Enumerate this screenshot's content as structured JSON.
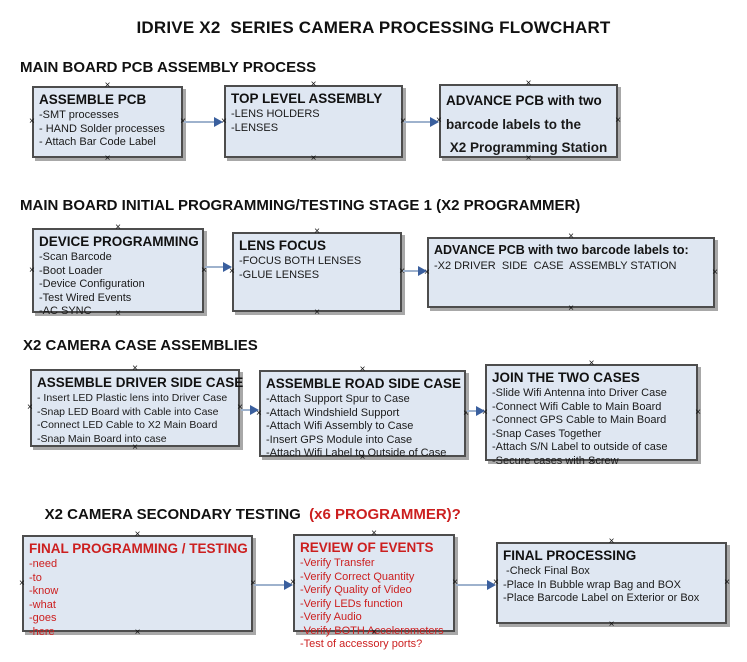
{
  "title": "IDRIVE X2  SERIES CAMERA PROCESSING FLOWCHART",
  "anchor_glyph": "×",
  "colors": {
    "box_fill": "#dfe7f2",
    "box_border": "#4d4d4d",
    "red_text": "#cc1f1f",
    "arrow_line": "#9eb2cd",
    "arrow_head": "#3a5f9e"
  },
  "sections": [
    {
      "heading": "MAIN BOARD PCB ASSEMBLY PROCESS",
      "boxes": [
        {
          "title": "ASSEMBLE PCB",
          "items": [
            "-SMT processes",
            "- HAND Solder processes",
            "- Attach Bar Code Label"
          ]
        },
        {
          "title": "TOP LEVEL ASSEMBLY",
          "items": [
            "-LENS HOLDERS",
            "-LENSES"
          ]
        },
        {
          "title": "ADVANCE PCB with two",
          "items": [
            "barcode labels to the",
            " X2 Programming Station"
          ]
        }
      ]
    },
    {
      "heading": "MAIN BOARD INITIAL PROGRAMMING/TESTING STAGE 1 (X2 PROGRAMMER)",
      "boxes": [
        {
          "title": "DEVICE PROGRAMMING",
          "items": [
            "-Scan Barcode",
            "-Boot Loader",
            "-Device Configuration",
            "-Test Wired Events",
            "-AC SYNC"
          ]
        },
        {
          "title": "LENS FOCUS",
          "items": [
            "-FOCUS BOTH LENSES",
            "-GLUE LENSES"
          ]
        },
        {
          "title": "ADVANCE PCB with two barcode labels to:",
          "items": [
            "-X2 DRIVER  SIDE  CASE  ASSEMBLY STATION"
          ]
        }
      ]
    },
    {
      "heading": "X2 CAMERA CASE ASSEMBLIES",
      "boxes": [
        {
          "title": "ASSEMBLE DRIVER SIDE CASE",
          "items": [
            "- Insert LED Plastic lens into Driver Case",
            "-Snap LED Board with Cable into Case",
            "-Connect LED Cable to X2 Main Board",
            "-Snap Main Board into case"
          ]
        },
        {
          "title": "ASSEMBLE ROAD SIDE CASE",
          "items": [
            "-Attach Support Spur to Case",
            "-Attach Windshield Support",
            "-Attach Wifi Assembly to Case",
            "-Insert GPS Module into Case",
            "-Attach Wifi Label to Outside of Case"
          ]
        },
        {
          "title": "JOIN THE TWO CASES",
          "items": [
            "-Slide Wifi Antenna into Driver Case",
            "-Connect Wifi Cable to Main Board",
            "-Connect GPS Cable to Main Board",
            "-Snap Cases Together",
            "-Attach S/N Label to outside of case",
            "-Secure cases with Screw"
          ]
        }
      ]
    },
    {
      "heading": "X2 CAMERA SECONDARY TESTING ",
      "heading_red": " (x6 PROGRAMMER)?",
      "boxes": [
        {
          "title": "FINAL PROGRAMMING / TESTING",
          "items": [
            "-need",
            "-to",
            "-know",
            "-what",
            "-goes",
            "-here"
          ]
        },
        {
          "title": "REVIEW OF EVENTS",
          "items": [
            "-Verify Transfer",
            "-Verify Correct Quantity",
            "-Verify Quality of Video",
            "-Verify LEDs function",
            "-Verify Audio",
            "-Verify BOTH Accelerometers",
            "-Test of accessory ports?"
          ]
        },
        {
          "title": "FINAL PROCESSING",
          "items": [
            " -Check Final Box",
            "-Place In Bubble wrap Bag and BOX",
            "-Place Barcode Label on Exterior or Box"
          ]
        }
      ]
    }
  ]
}
